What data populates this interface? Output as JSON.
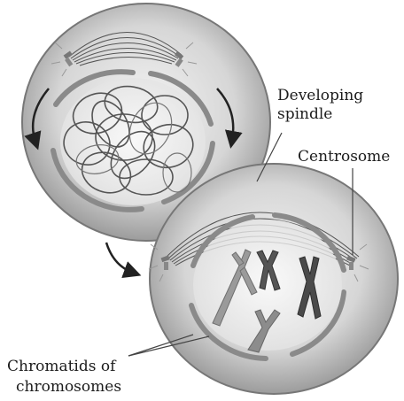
{
  "labels": {
    "developing_spindle_line1": "Developing",
    "developing_spindle_line2": "spindle",
    "centrosome": "Centrosome",
    "chromatids_line1": "Chromatids of",
    "chromatids_line2": "chromosomes"
  },
  "colors": {
    "cell_fill": "#cfcfcf",
    "cell_edge": "#6f6f6f",
    "nuclear_envelope": "#8a8a8a",
    "chromatin": "#555555",
    "chromosome_light": "#9a9a9a",
    "chromosome_dark": "#4a4a4a",
    "label_text": "#1c1c1c"
  },
  "icons": {
    "centrosome": "centrosome-icon",
    "arrow": "curved-arrow-icon"
  }
}
